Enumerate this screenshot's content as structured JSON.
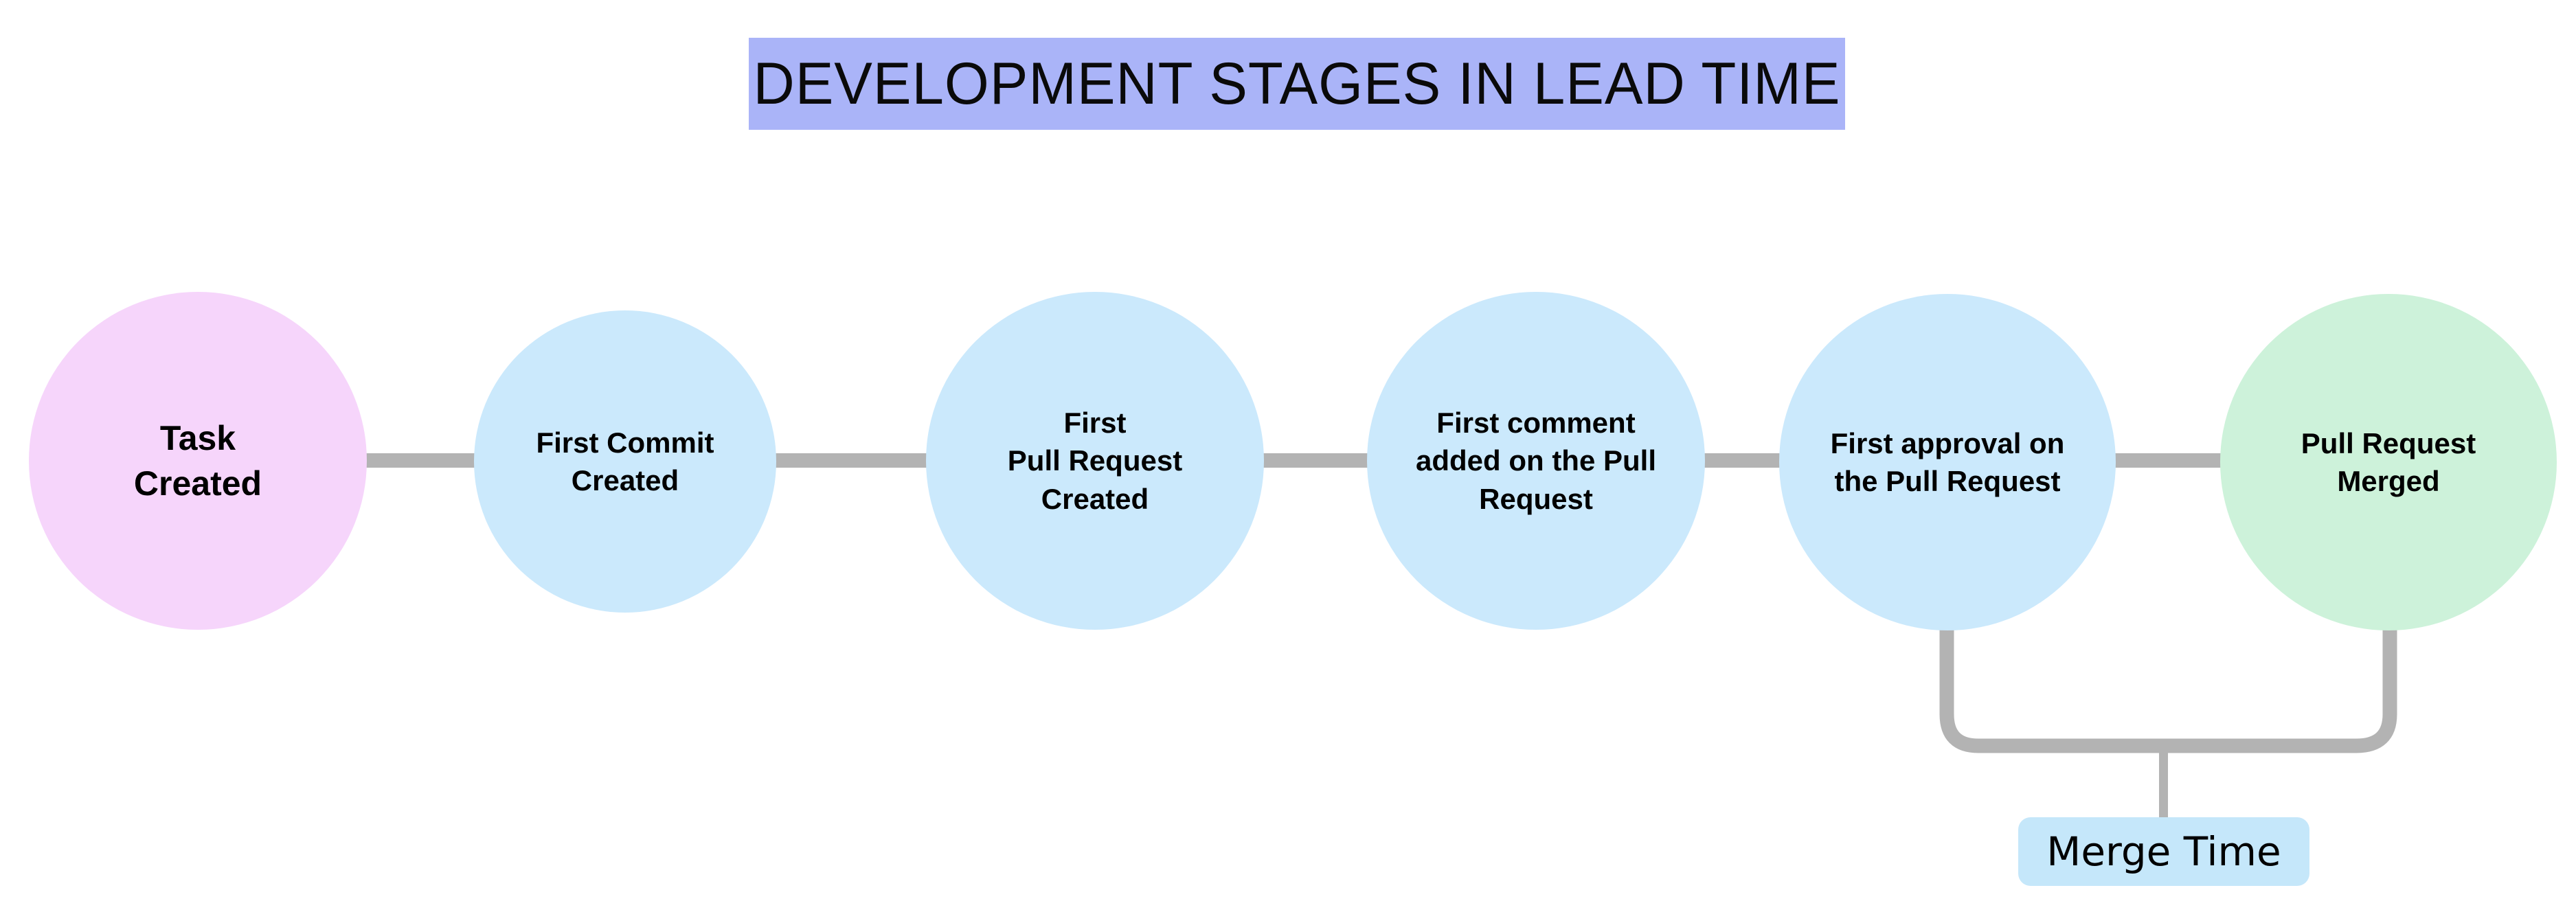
{
  "title": {
    "text": "DEVELOPMENT STAGES IN LEAD TIME",
    "banner_color": "#aab4f8",
    "text_color": "#0a0a0a"
  },
  "diagram": {
    "type": "flow-timeline",
    "orientation": "horizontal",
    "connector_color": "#b3b3b3",
    "background": "#ffffff",
    "stages": [
      {
        "id": "task-created",
        "label": "Task\nCreated",
        "color": "#f6d5fb",
        "order": 1
      },
      {
        "id": "first-commit-created",
        "label": "First Commit\nCreated",
        "color": "#cbe9fc",
        "order": 2
      },
      {
        "id": "first-pull-request-created",
        "label": "First\nPull Request\nCreated",
        "color": "#cbe9fc",
        "order": 3
      },
      {
        "id": "first-comment-added",
        "label": "First comment\nadded on the Pull\nRequest",
        "color": "#cbe9fc",
        "order": 4
      },
      {
        "id": "first-approval",
        "label": "First approval on\nthe Pull Request",
        "color": "#cbe9fc",
        "order": 5
      },
      {
        "id": "pull-request-merged",
        "label": "Pull Request\nMerged",
        "color": "#cdf2da",
        "order": 6
      }
    ],
    "spans": [
      {
        "id": "merge-time",
        "label": "Merge Time",
        "from_stage": "first-approval",
        "to_stage": "pull-request-merged",
        "box_color": "#c5e7fa",
        "text_color": "#000000"
      }
    ]
  }
}
